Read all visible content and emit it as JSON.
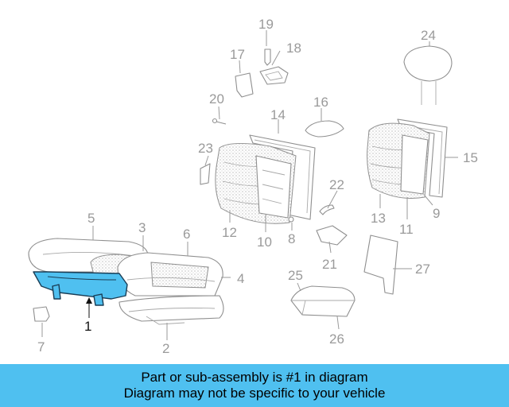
{
  "banner": {
    "line1": "Part or sub-assembly is #1 in diagram",
    "line2": "Diagram may not be specific to your vehicle"
  },
  "highlight_color": "#4fc0f0",
  "diagram": {
    "highlighted_callout": "1",
    "callouts": {
      "c1": "1",
      "c2": "2",
      "c3": "3",
      "c4": "4",
      "c5": "5",
      "c6": "6",
      "c7": "7",
      "c8": "8",
      "c9": "9",
      "c10": "10",
      "c11": "11",
      "c12": "12",
      "c13": "13",
      "c14": "14",
      "c15": "15",
      "c16": "16",
      "c17": "17",
      "c18": "18",
      "c19": "19",
      "c20": "20",
      "c21": "21",
      "c22": "22",
      "c23": "23",
      "c24": "24",
      "c25": "25",
      "c26": "26",
      "c27": "27"
    }
  }
}
